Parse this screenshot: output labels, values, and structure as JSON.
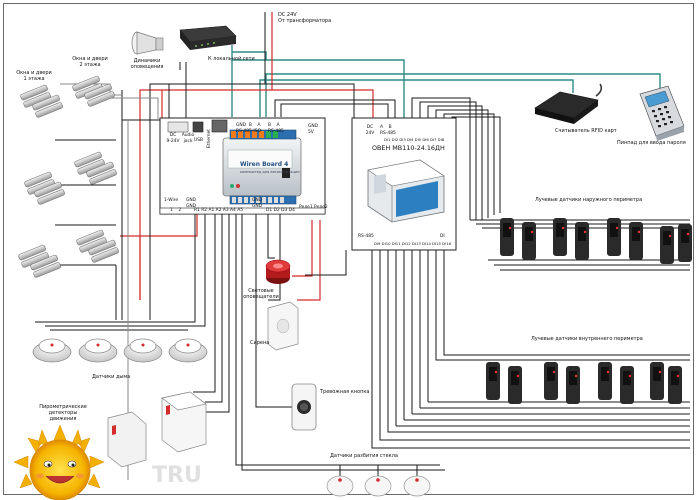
{
  "power": {
    "line1": "DC 24V",
    "line2": "От трансформатора"
  },
  "speakers_label": "Динамики\nоповещения",
  "network_label": "К локальной сети",
  "doors_floor1": "Окна и двери\n1 этажа",
  "doors_floor2": "Окна и двери\n2 этажа",
  "smoke_label": "Датчики дыма",
  "pir_label": "Пирометрические\nдетекторы\nдвижения",
  "glass_label": "Датчики разбития стекла",
  "panic_label": "Тревожная кнопка",
  "light_alarm_label": "Световые\nоповещатели",
  "siren_label": "Сирена",
  "rfid_label": "Считыватель RFID карт",
  "pinpad_label": "Пинпад для ввода пароля",
  "outer_beam_label": "Лучевые датчики наружного периметра",
  "inner_beam_label": "Лучевые датчики внутреннего периметра",
  "wirenboard": {
    "name": "Wiren Board 4",
    "subtitle": "компьютер для автоматизации",
    "top_dc": "DC\n9-24V",
    "top_audio": "Audio\njack",
    "top_usb": "USB",
    "top_eth": "Ethernet",
    "top_rs485_a": "GND  B    A\nRS-485-ISO",
    "top_rs485_b": "B    A\nRS-485",
    "top_right": "GND\n5V",
    "bottom_1wire": "1-Wire",
    "bottom_pins_a": "1    2",
    "bottom_gnd": "GND\nGND",
    "bottom_pins_r": "R1 R2 A1 A2 A3 A4 A5",
    "bottom_pins_d": "D1 D2 D3 D4",
    "bottom_relay": "Реле1 Реле2",
    "bottom_gnd2": "GND\nGND"
  },
  "oven": {
    "name": "ОВЕН МВ110-24.16ДН",
    "top_left": "DC\n24V",
    "top_rs": "A    B\nRS-485",
    "top_pins": "DI1 DI2 DI3 DI4 DI5 DI6 DI7 DI8",
    "bottom_rs": "RS-485",
    "bottom_pins": "DI9 DI10 DI11 DI12 DI13 DI14 DI15 DI16",
    "bottom_extra": "DI"
  },
  "watermark": "TRU",
  "colors": {
    "red": "#d42b2b",
    "black": "#1a1a1a",
    "teal": "#2f8b86",
    "gray": "#7a7a7a"
  }
}
